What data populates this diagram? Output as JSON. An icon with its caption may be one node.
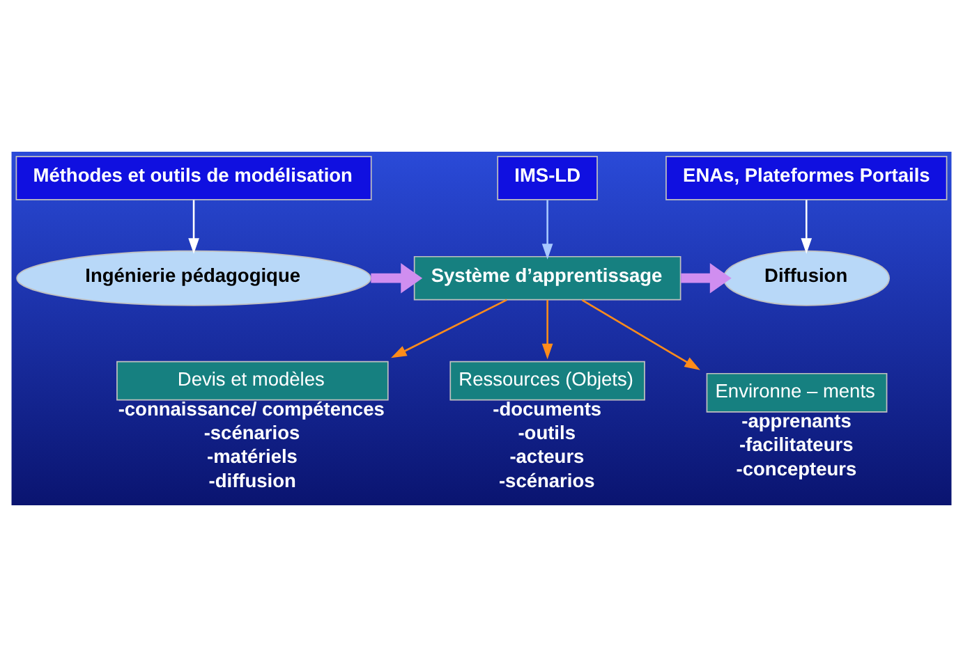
{
  "diagram": {
    "nodes": [
      {
        "text": [
          "Méthodes et outils de modélisation"
        ]
      },
      {
        "text": [
          "IMS-LD"
        ]
      },
      {
        "text": [
          "ENAs, Plateformes Portails"
        ]
      },
      {
        "text": [
          "Ingénierie pédagogique"
        ]
      },
      {
        "text": [
          "Système d’apprentissage"
        ]
      },
      {
        "text": [
          "Diffusion"
        ]
      },
      {
        "text": [
          "Devis et modèles"
        ],
        "beside": [
          "-connaissance/ compétences",
          "-scénarios",
          "-matériels",
          "-diffusion"
        ]
      },
      {
        "text": [
          "Ressources (Objets)"
        ],
        "beside": [
          "-documents",
          "-outils",
          "-acteurs",
          "-scénarios"
        ]
      },
      {
        "text": [
          "Environne – ments"
        ],
        "beside": [
          "-apprenants",
          "-facilitateurs",
          "-concepteurs"
        ]
      }
    ],
    "edges": [
      {
        "from": 0,
        "to": 3,
        "arrow": "to",
        "color": "#ffffff"
      },
      {
        "from": 1,
        "to": 4,
        "arrow": "to",
        "color": "#a8c8ff"
      },
      {
        "from": 2,
        "to": 5,
        "arrow": "to",
        "color": "#ffffff"
      },
      {
        "from": 3,
        "to": 4,
        "arrow": "to",
        "style": "thick",
        "color": "#d08ef0"
      },
      {
        "from": 4,
        "to": 5,
        "arrow": "to",
        "style": "thick",
        "color": "#d08ef0"
      },
      {
        "from": 4,
        "to": 6,
        "arrow": "to"
      },
      {
        "from": 4,
        "to": 7,
        "arrow": "to"
      },
      {
        "from": 4,
        "to": 8,
        "arrow": "to"
      }
    ]
  }
}
